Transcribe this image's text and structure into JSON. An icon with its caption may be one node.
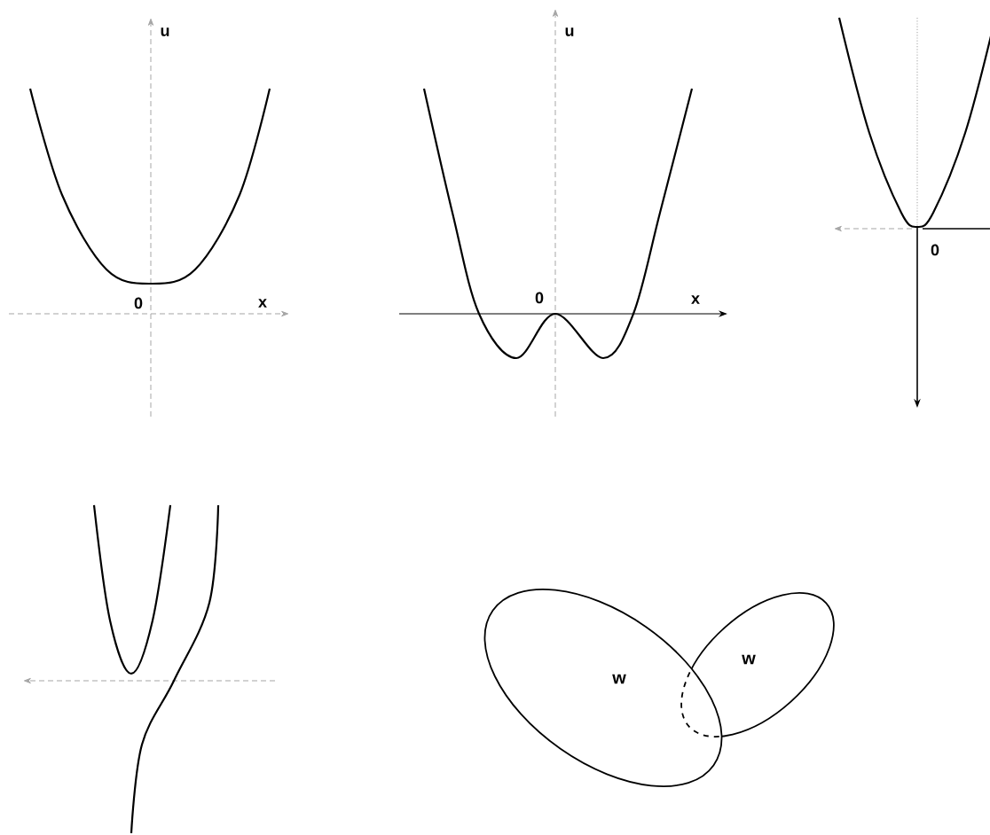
{
  "diagram": {
    "nodes": [
      {
        "text": [
          "w"
        ]
      },
      {
        "text": [
          "w"
        ]
      }
    ],
    "labels": [
      "u",
      "0",
      "x",
      "u",
      "0",
      "x",
      "0"
    ]
  }
}
